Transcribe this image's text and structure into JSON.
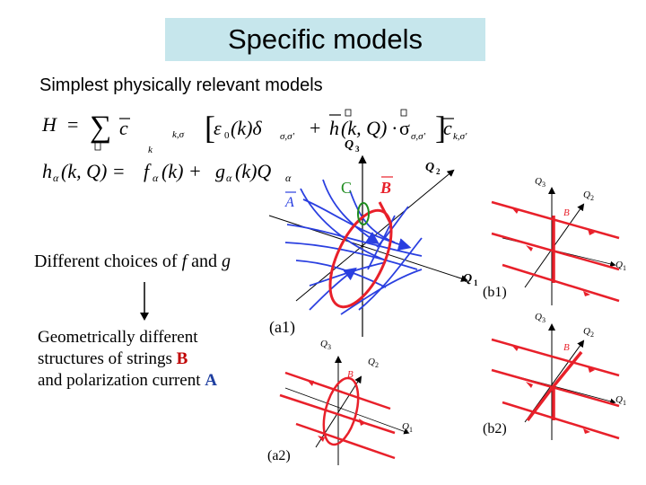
{
  "title": "Specific models",
  "subtitle": "Simplest physically relevant models",
  "choices_prefix": "Different choices of ",
  "choices_f": "f",
  "choices_and": " and ",
  "choices_g": "g",
  "geometric_line1": "Geometrically different",
  "geometric_line2": "structures of strings ",
  "geometric_B": "B",
  "geometric_line3": "and polarization current ",
  "geometric_A": "A",
  "eq1": {
    "H": "H",
    "eq": "=",
    "sum": "∑",
    "sum_sub": "k",
    "c1": "c",
    "c1_sub": "k,σ",
    "open": "[",
    "eps": "ε",
    "eps_sub": "0",
    "eps_arg": "(k)δ",
    "delta_sub": "σ,σ'",
    "plus": "+",
    "h": "h",
    "h_arg": "(k, Q) ·",
    "sigma": "σ",
    "sigma_sub": "σ,σ'",
    "close": "]",
    "c2": "c",
    "c2_sub": "k,σ'"
  },
  "eq2": {
    "lhs": "h",
    "lhs_sub": "α",
    "lhs_arg": "(k, Q) =",
    "f": "f",
    "f_sub": "α",
    "f_arg": "(k) +",
    "g": "g",
    "g_sub": "α",
    "g_arg": "(k)Q",
    "Q_sub": "α"
  },
  "diagram_labels": {
    "a1": "(a1)",
    "a2": "(a2)",
    "b1": "(b1)",
    "b2": "(b2)",
    "Q1": "Q",
    "Q2": "Q",
    "Q3": "Q",
    "sub1": "1",
    "sub2": "2",
    "sub3": "3",
    "A": "A",
    "B": "B",
    "C": "C"
  },
  "colors": {
    "title_bg": "#c6e6ec",
    "red": "#e8202a",
    "blue": "#2a3fe0",
    "green": "#1e8c1e"
  }
}
